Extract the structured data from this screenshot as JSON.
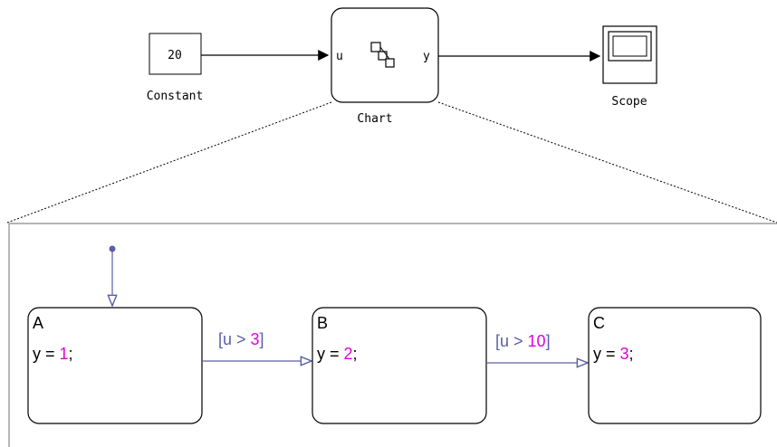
{
  "simulink": {
    "constant": {
      "value": "20",
      "name": "Constant"
    },
    "chart": {
      "name": "Chart",
      "input_port": "u",
      "output_port": "y"
    },
    "scope": {
      "name": "Scope"
    }
  },
  "stateflow": {
    "states": [
      {
        "name": "A",
        "action_lhs": "y = ",
        "action_value": "1",
        "action_end": ";"
      },
      {
        "name": "B",
        "action_lhs": "y = ",
        "action_value": "2",
        "action_end": ";"
      },
      {
        "name": "C",
        "action_lhs": "y = ",
        "action_value": "3",
        "action_end": ";"
      }
    ],
    "transitions": [
      {
        "from": "A",
        "to": "B",
        "guard_open": "[u > ",
        "guard_value": "3",
        "guard_close": "]"
      },
      {
        "from": "B",
        "to": "C",
        "guard_open": "[u > ",
        "guard_value": "10",
        "guard_close": "]"
      }
    ],
    "default_transition_target": "A"
  },
  "colors": {
    "transition": "#5a5fa8",
    "literal": "#e100e1",
    "frame": "#888888"
  }
}
